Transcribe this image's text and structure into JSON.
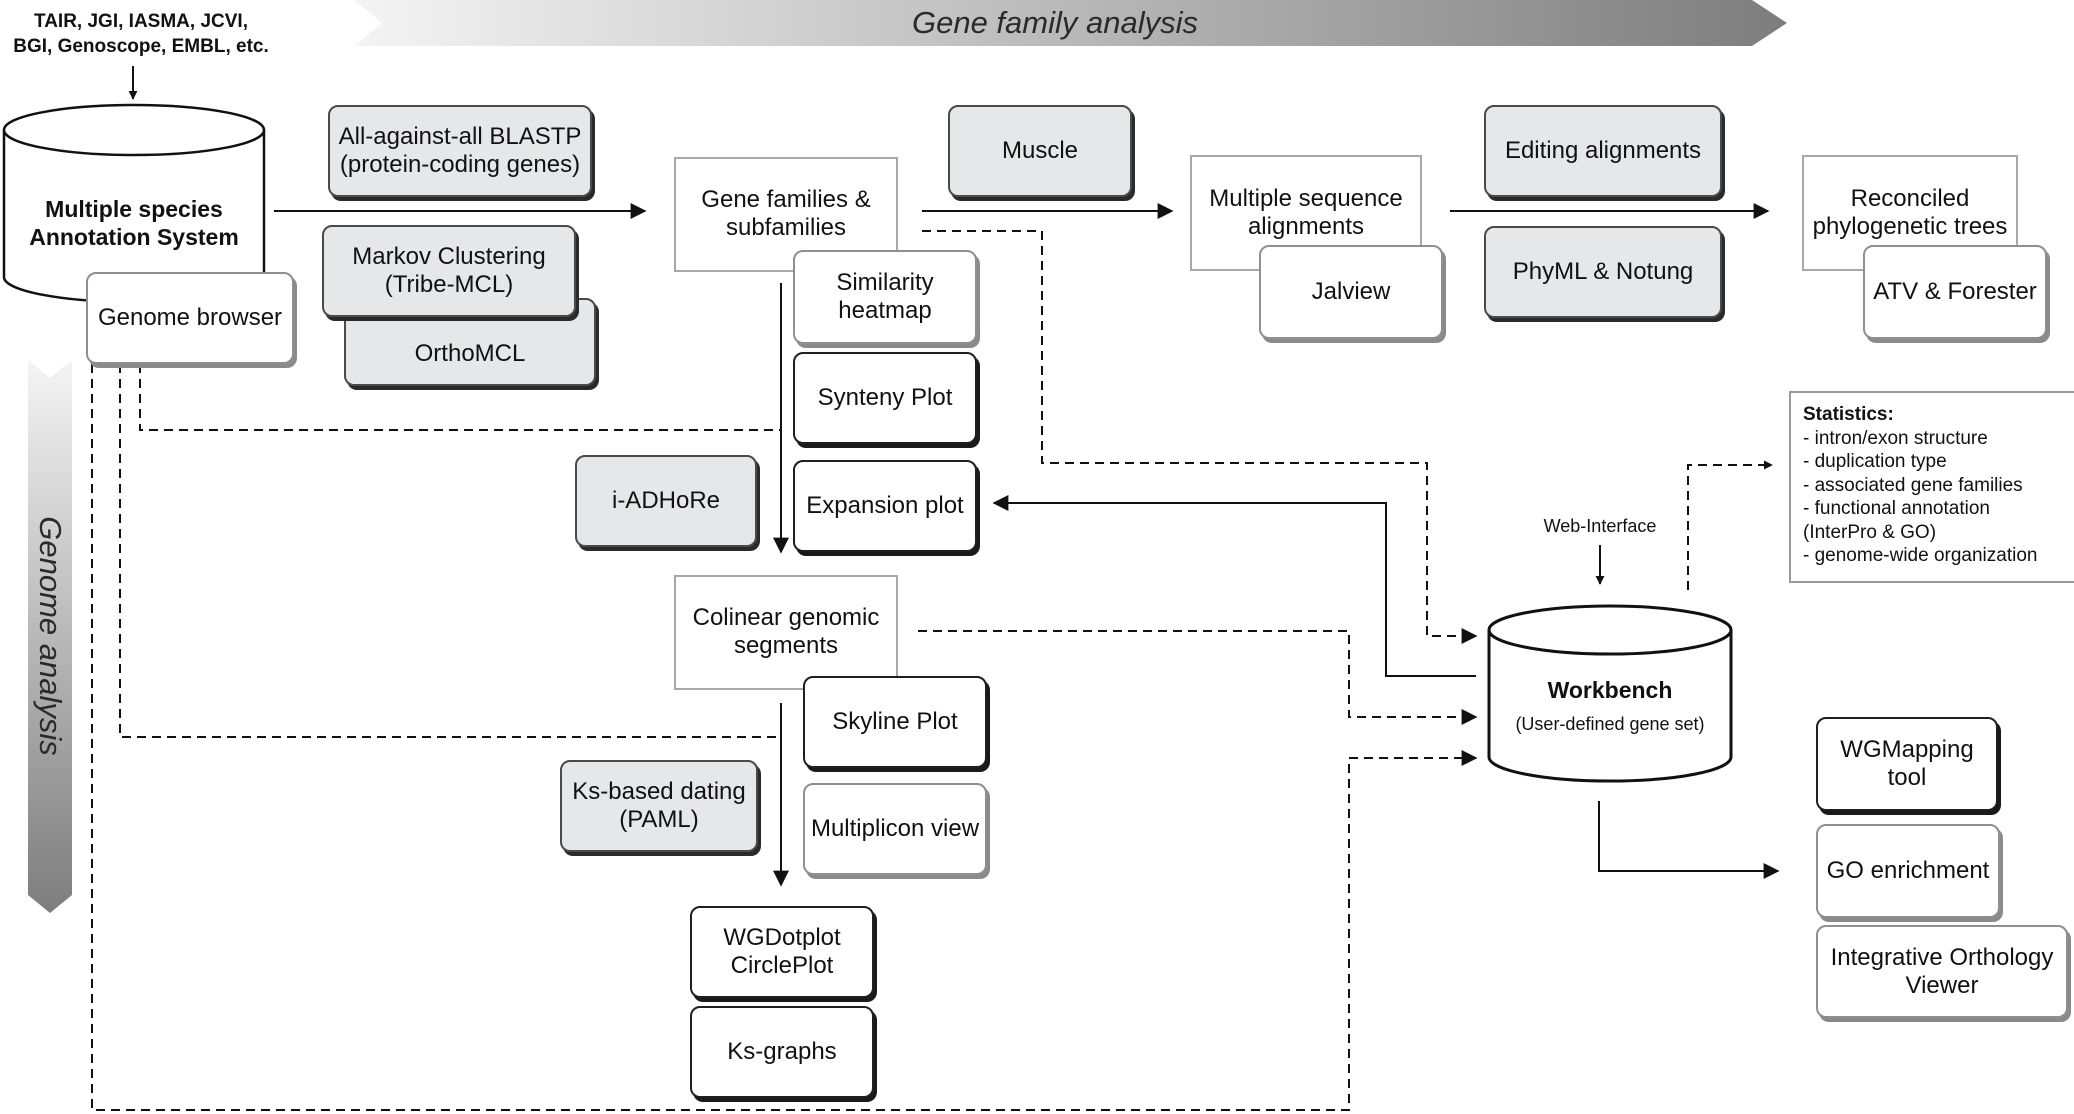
{
  "sources_label": "TAIR, JGI, IASMA, JCVI,\nBGI, Genoscope, EMBL, etc.",
  "banner_gene_family": "Gene family analysis",
  "banner_genome": "Genome analysis",
  "annotation_system": "Multiple species\nAnnotation System",
  "web_interface": "Web-Interface",
  "workbench": {
    "title": "Workbench",
    "subtitle": "(User-defined gene set)"
  },
  "nodes": {
    "blastp": "All-against-all BLASTP\n(protein-coding genes)",
    "markov": "Markov Clustering\n(Tribe-MCL)",
    "orthomcl": "OrthoMCL",
    "genome_browser": "Genome browser",
    "gene_families": "Gene families &\nsubfamilies",
    "similarity_heatmap": "Similarity\nheatmap",
    "synteny_plot": "Synteny Plot",
    "iadhore": "i-ADHoRe",
    "expansion_plot": "Expansion plot",
    "colinear_segments": "Colinear genomic\nsegments",
    "skyline_plot": "Skyline Plot",
    "ks_dating": "Ks-based dating\n(PAML)",
    "multiplicon_view": "Multiplicon view",
    "wgdotplot": "WGDotplot\nCirclePlot",
    "ks_graphs": "Ks-graphs",
    "muscle": "Muscle",
    "msa": "Multiple sequence\nalignments",
    "jalview": "Jalview",
    "editing_alignments": "Editing alignments",
    "phyml_notung": "PhyML & Notung",
    "reconciled_trees": "Reconciled\nphylogenetic trees",
    "atv_forester": "ATV & Forester",
    "wgmapping": "WGMapping tool",
    "go_enrichment": "GO enrichment",
    "orthology_viewer": "Integrative Orthology\nViewer"
  },
  "statistics": {
    "title": "Statistics:",
    "items": [
      "- intron/exon structure",
      "- duplication type",
      "- associated gene families",
      "- functional annotation\n  (InterPro & GO)",
      "- genome-wide organization"
    ]
  }
}
